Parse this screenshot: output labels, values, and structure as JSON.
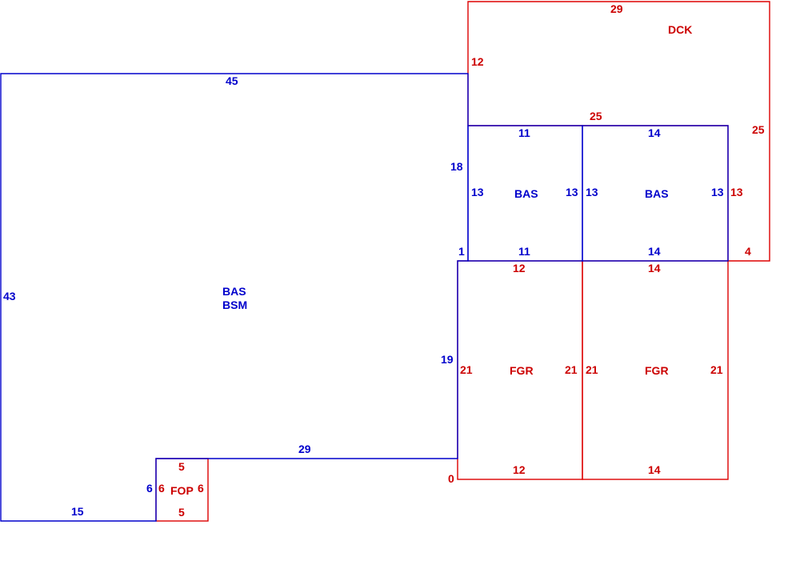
{
  "colors": {
    "blue": "#0000cc",
    "red": "#dd0000",
    "background": "#ffffff"
  },
  "areas": {
    "dck": "DCK",
    "bas_main": "BAS",
    "bsm_main": "BSM",
    "bas_left": "BAS",
    "bas_right": "BAS",
    "fgr_left": "FGR",
    "fgr_right": "FGR",
    "fop": "FOP"
  },
  "dims": {
    "dck_top": "29",
    "dck_left": "12",
    "dck_right": "25",
    "dck_bottom": "25",
    "dck_step": "4",
    "dck_inner_right": "13",
    "main_top": "45",
    "main_left": "43",
    "main_bottom_left": "15",
    "main_bottom_right": "29",
    "main_right_upper": "18",
    "main_right_step": "1",
    "main_right_lower": "19",
    "main_bottom_step": "0",
    "bas_left_top": "11",
    "bas_left_bottom": "11",
    "bas_left_left": "13",
    "bas_left_right": "13",
    "bas_right_top": "14",
    "bas_right_bottom": "14",
    "bas_right_left": "13",
    "bas_right_right": "13",
    "fgr_left_top": "12",
    "fgr_left_bottom": "12",
    "fgr_left_left": "21",
    "fgr_left_right": "21",
    "fgr_right_top": "14",
    "fgr_right_bottom": "14",
    "fgr_right_left": "21",
    "fgr_right_right": "21",
    "fop_top": "5",
    "fop_bottom": "5",
    "fop_left": "6",
    "fop_right": "6",
    "fop_blue_left": "6"
  }
}
